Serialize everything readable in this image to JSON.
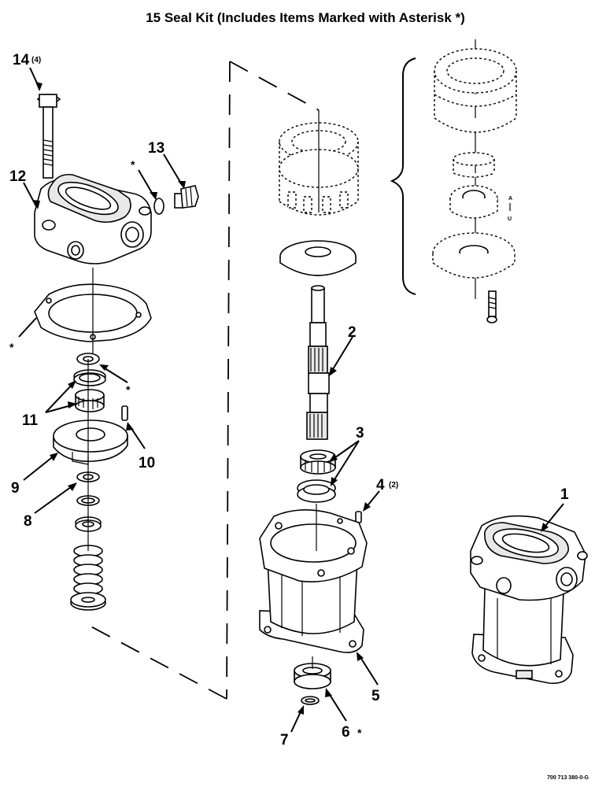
{
  "title": "15 Seal Kit (Includes Items Marked with Asterisk *)",
  "figure_code": "700 713 380-0-G",
  "asterisk": "*",
  "callouts": {
    "c1": "1",
    "c2": "2",
    "c3": "3",
    "c4": "4",
    "c4_qty": "(2)",
    "c5": "5",
    "c6": "6",
    "c7": "7",
    "c8": "8",
    "c9": "9",
    "c10": "10",
    "c11": "11",
    "c12": "12",
    "c13": "13",
    "c14": "14",
    "c14_qty": "(4)"
  },
  "detail_letters": [
    "A",
    "U"
  ]
}
